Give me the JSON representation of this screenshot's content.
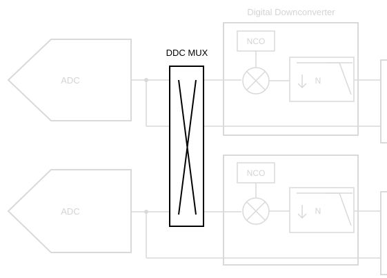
{
  "ddc_title": "Digital Downconverter",
  "mux_label": "DDC MUX",
  "adc_label": "ADC",
  "nco_label": "NCO",
  "decim_label": "N",
  "colors": {
    "faded": "#d9d9d9",
    "faded_text": "#d4d4d4",
    "mux": "#000000"
  }
}
